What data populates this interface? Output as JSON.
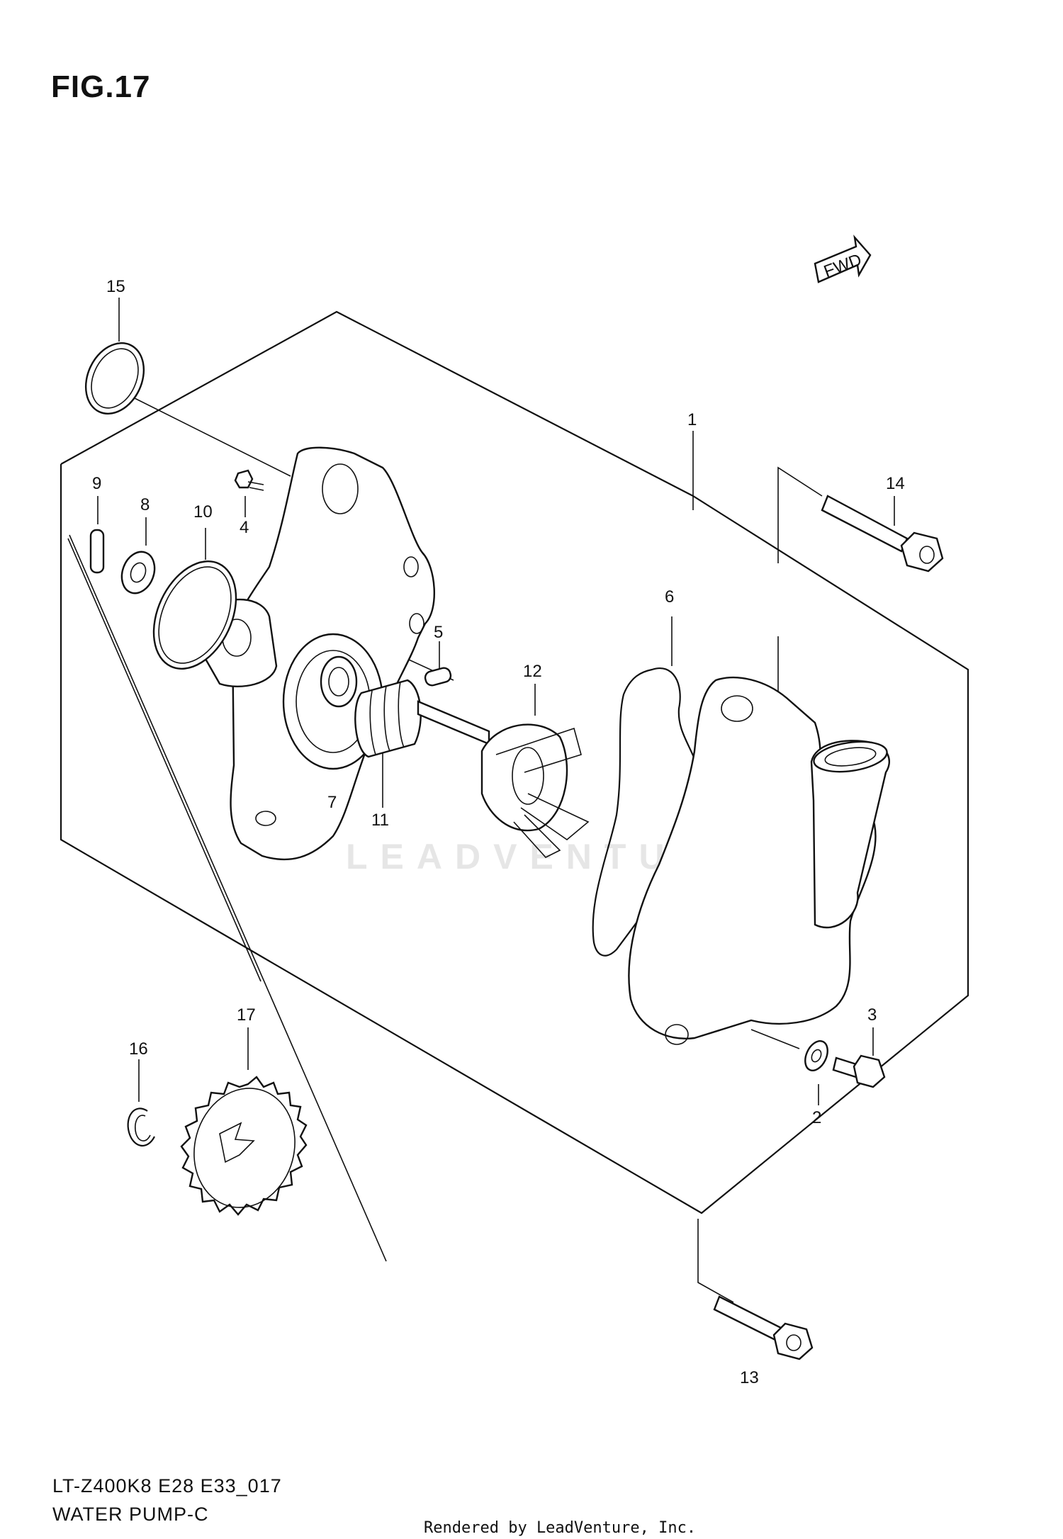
{
  "figure": {
    "title": "FIG.17"
  },
  "footer": {
    "code": "LT-Z400K8 E28 E33_017",
    "name": "WATER PUMP-C",
    "credit": "Rendered by LeadVenture, Inc."
  },
  "watermark": "LEADVENTURE",
  "direction_badge": "FWD",
  "callouts": [
    {
      "id": "1",
      "label": "1"
    },
    {
      "id": "2",
      "label": "2"
    },
    {
      "id": "3",
      "label": "3"
    },
    {
      "id": "4",
      "label": "4"
    },
    {
      "id": "5",
      "label": "5"
    },
    {
      "id": "6",
      "label": "6"
    },
    {
      "id": "7",
      "label": "7"
    },
    {
      "id": "8",
      "label": "8"
    },
    {
      "id": "9",
      "label": "9"
    },
    {
      "id": "10",
      "label": "10"
    },
    {
      "id": "11",
      "label": "11"
    },
    {
      "id": "12",
      "label": "12"
    },
    {
      "id": "13",
      "label": "13"
    },
    {
      "id": "14",
      "label": "14"
    },
    {
      "id": "15",
      "label": "15"
    },
    {
      "id": "16",
      "label": "16"
    },
    {
      "id": "17",
      "label": "17"
    }
  ]
}
